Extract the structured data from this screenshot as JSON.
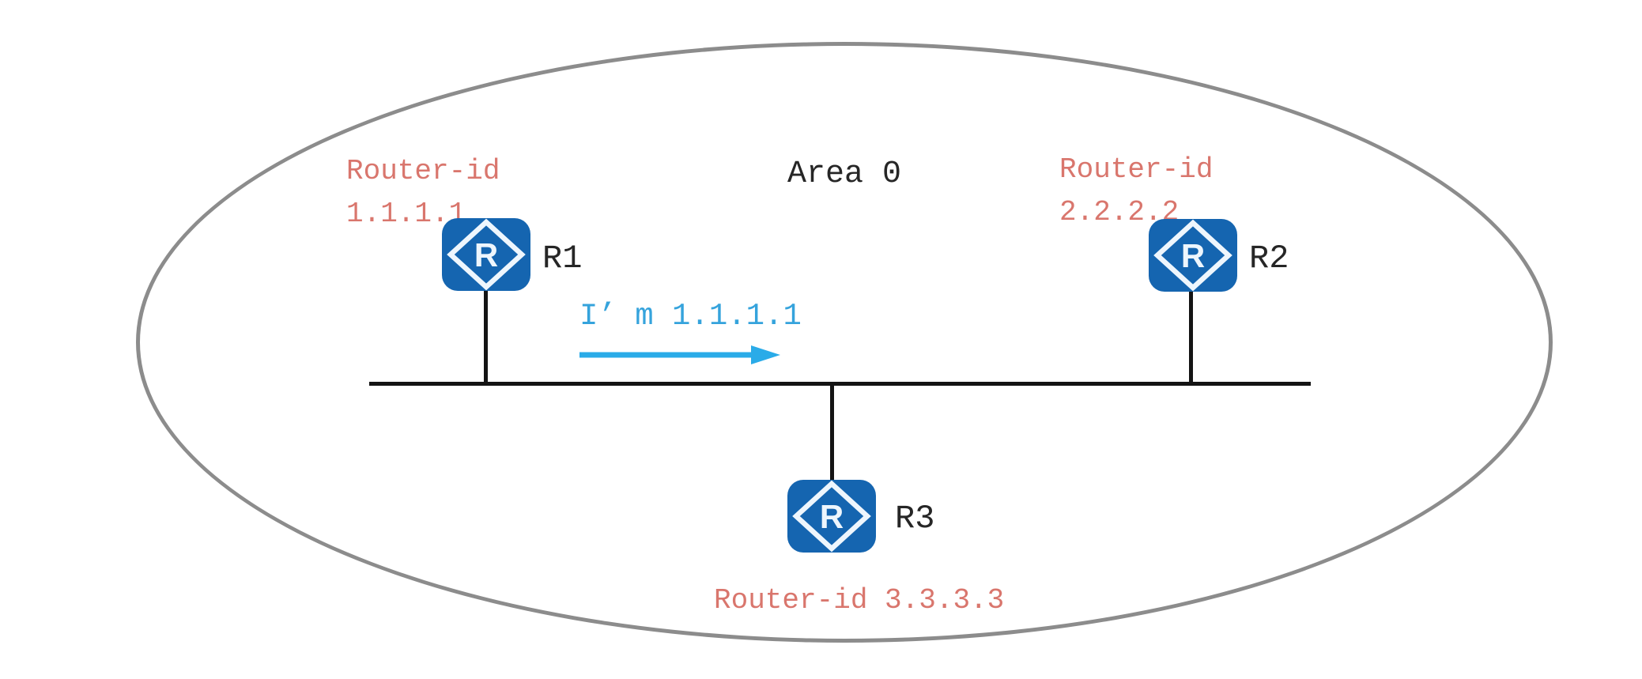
{
  "diagram": {
    "area_label": "Area 0",
    "message": {
      "text": "I’ m 1.1.1.1"
    },
    "routers": [
      {
        "name": "R1",
        "icon_letter": "R",
        "router_id_label": "Router-id",
        "router_id_value": "1.1.1.1"
      },
      {
        "name": "R2",
        "icon_letter": "R",
        "router_id_label": "Router-id",
        "router_id_value": "2.2.2.2"
      },
      {
        "name": "R3",
        "icon_letter": "R",
        "router_id_caption": "Router-id 3.3.3.3"
      }
    ],
    "colors": {
      "router_icon_blue": "#1565b0",
      "router_id_red": "#d9766d",
      "message_cyan": "#35a3dc",
      "arrow_cyan": "#2aabe8",
      "line_black": "#141414",
      "ellipse_gray": "#8c8c8c"
    }
  }
}
